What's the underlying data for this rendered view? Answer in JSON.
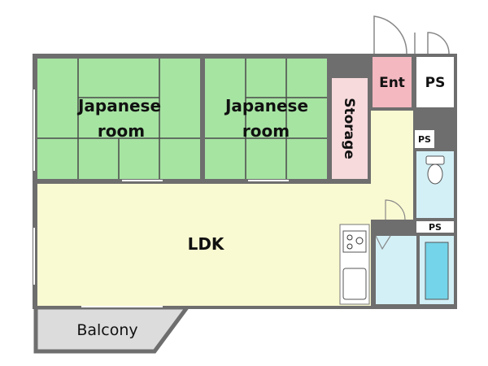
{
  "rooms": {
    "japanese_room_left": {
      "line1": "Japanese",
      "line2": "room"
    },
    "japanese_room_right": {
      "line1": "Japanese",
      "line2": "room"
    },
    "storage": "Storage",
    "entrance": "Ent",
    "ps_main": "PS",
    "ps_small_upper": "PS",
    "ps_small_lower": "PS",
    "ldk": "LDK",
    "balcony": "Balcony"
  },
  "colors": {
    "tatami": "#a6e4a2",
    "tatami_lines": "#4a4a4a",
    "storage": "#f7dadc",
    "entrance": "#f4b8c0",
    "ldk": "#fafad2",
    "corridor": "#fafad2",
    "toilet": "#d4f0f7",
    "bath": "#d4f0f7",
    "bathtub": "#74d4e9",
    "balcony": "#dcdcdc",
    "wall": "#6e6e6e"
  }
}
